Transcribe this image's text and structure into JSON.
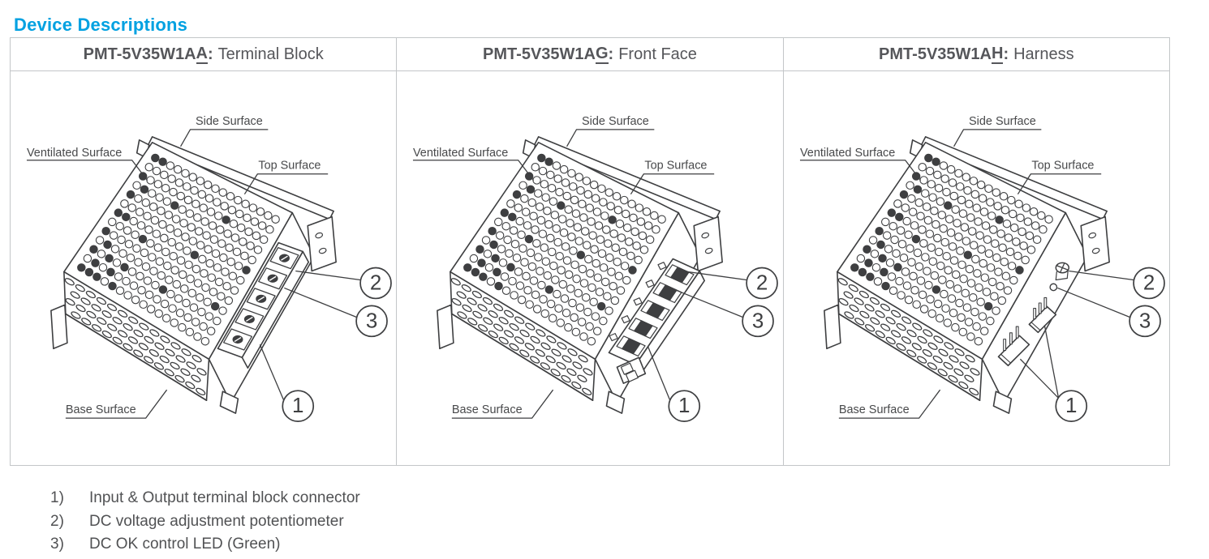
{
  "page": {
    "title": "Device Descriptions",
    "title_color": "#00A1E1"
  },
  "table": {
    "panels": [
      {
        "model_prefix": "PMT-5V35W1A",
        "model_suffix": "A",
        "colon": ":",
        "name": "Terminal Block",
        "variant": "terminal-block"
      },
      {
        "model_prefix": "PMT-5V35W1A",
        "model_suffix": "G",
        "colon": ":",
        "name": "Front Face",
        "variant": "front-face"
      },
      {
        "model_prefix": "PMT-5V35W1A",
        "model_suffix": "H",
        "colon": ":",
        "name": "Harness",
        "variant": "harness"
      }
    ]
  },
  "drawing": {
    "labels": {
      "side": "Side Surface",
      "ventilated": "Ventilated Surface",
      "top": "Top Surface",
      "base": "Base Surface"
    },
    "callouts": [
      "1",
      "2",
      "3"
    ],
    "line_color": "#3e3f41",
    "label_color": "#48494b"
  },
  "legend": {
    "items": [
      {
        "num": "1)",
        "text": "Input & Output terminal block connector"
      },
      {
        "num": "2)",
        "text": "DC voltage adjustment potentiometer"
      },
      {
        "num": "3)",
        "text": "DC OK control LED (Green)"
      }
    ]
  }
}
